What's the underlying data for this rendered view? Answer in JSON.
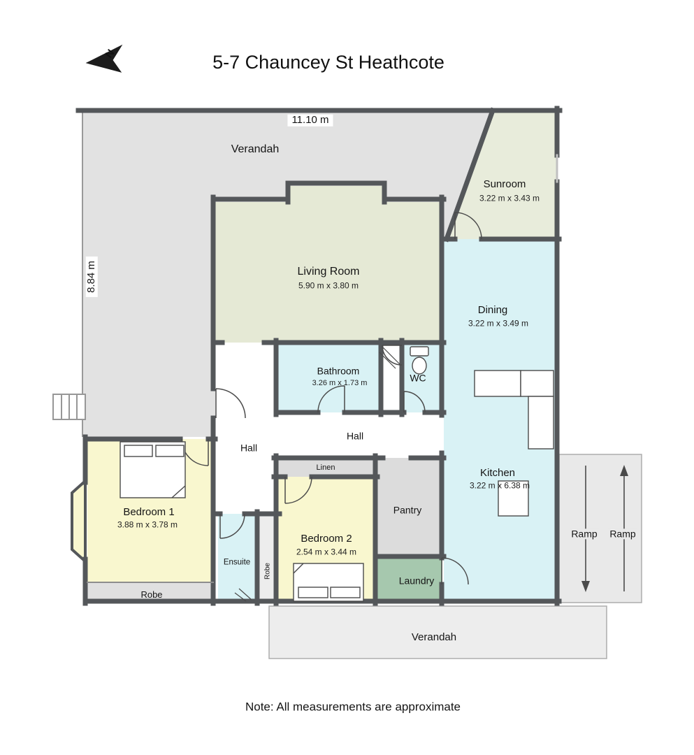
{
  "title": "5-7 Chauncey St Heathcote",
  "compass": {
    "label": "N"
  },
  "dimensions": {
    "width": "11.10 m",
    "height": "8.84 m"
  },
  "rooms": {
    "verandah_top": {
      "name": "Verandah"
    },
    "sunroom": {
      "name": "Sunroom",
      "size": "3.22 m x 3.43 m"
    },
    "living_room": {
      "name": "Living Room",
      "size": "5.90 m x 3.80 m"
    },
    "dining": {
      "name": "Dining",
      "size": "3.22 m x 3.49 m"
    },
    "bathroom": {
      "name": "Bathroom",
      "size": "3.26 m x 1.73 m"
    },
    "wc": {
      "name": "WC"
    },
    "hall_upper": {
      "name": "Hall"
    },
    "hall_lower": {
      "name": "Hall"
    },
    "linen": {
      "name": "Linen"
    },
    "bedroom1": {
      "name": "Bedroom 1",
      "size": "3.88 m x 3.78 m"
    },
    "ensuite": {
      "name": "Ensuite"
    },
    "robe_hall": {
      "name": "Robe"
    },
    "bedroom2": {
      "name": "Bedroom 2",
      "size": "2.54 m x 3.44 m"
    },
    "pantry": {
      "name": "Pantry"
    },
    "kitchen": {
      "name": "Kitchen",
      "size": "3.22 m x 6.38 m"
    },
    "laundry": {
      "name": "Laundry"
    },
    "robe_bedroom1": {
      "name": "Robe"
    },
    "ramp_left": {
      "name": "Ramp"
    },
    "ramp_right": {
      "name": "Ramp"
    },
    "verandah_bottom": {
      "name": "Verandah"
    }
  },
  "note": "Note: All measurements are approximate",
  "colors": {
    "wall": "#54575a",
    "verandah": "#e2e2e2",
    "living": "#e5e9d5",
    "sunroom": "#e8ecdb",
    "wet_area": "#d9f2f5",
    "bedroom": "#f9f7cf",
    "laundry": "#a6c8ae",
    "storage": "#dcdcdc"
  }
}
